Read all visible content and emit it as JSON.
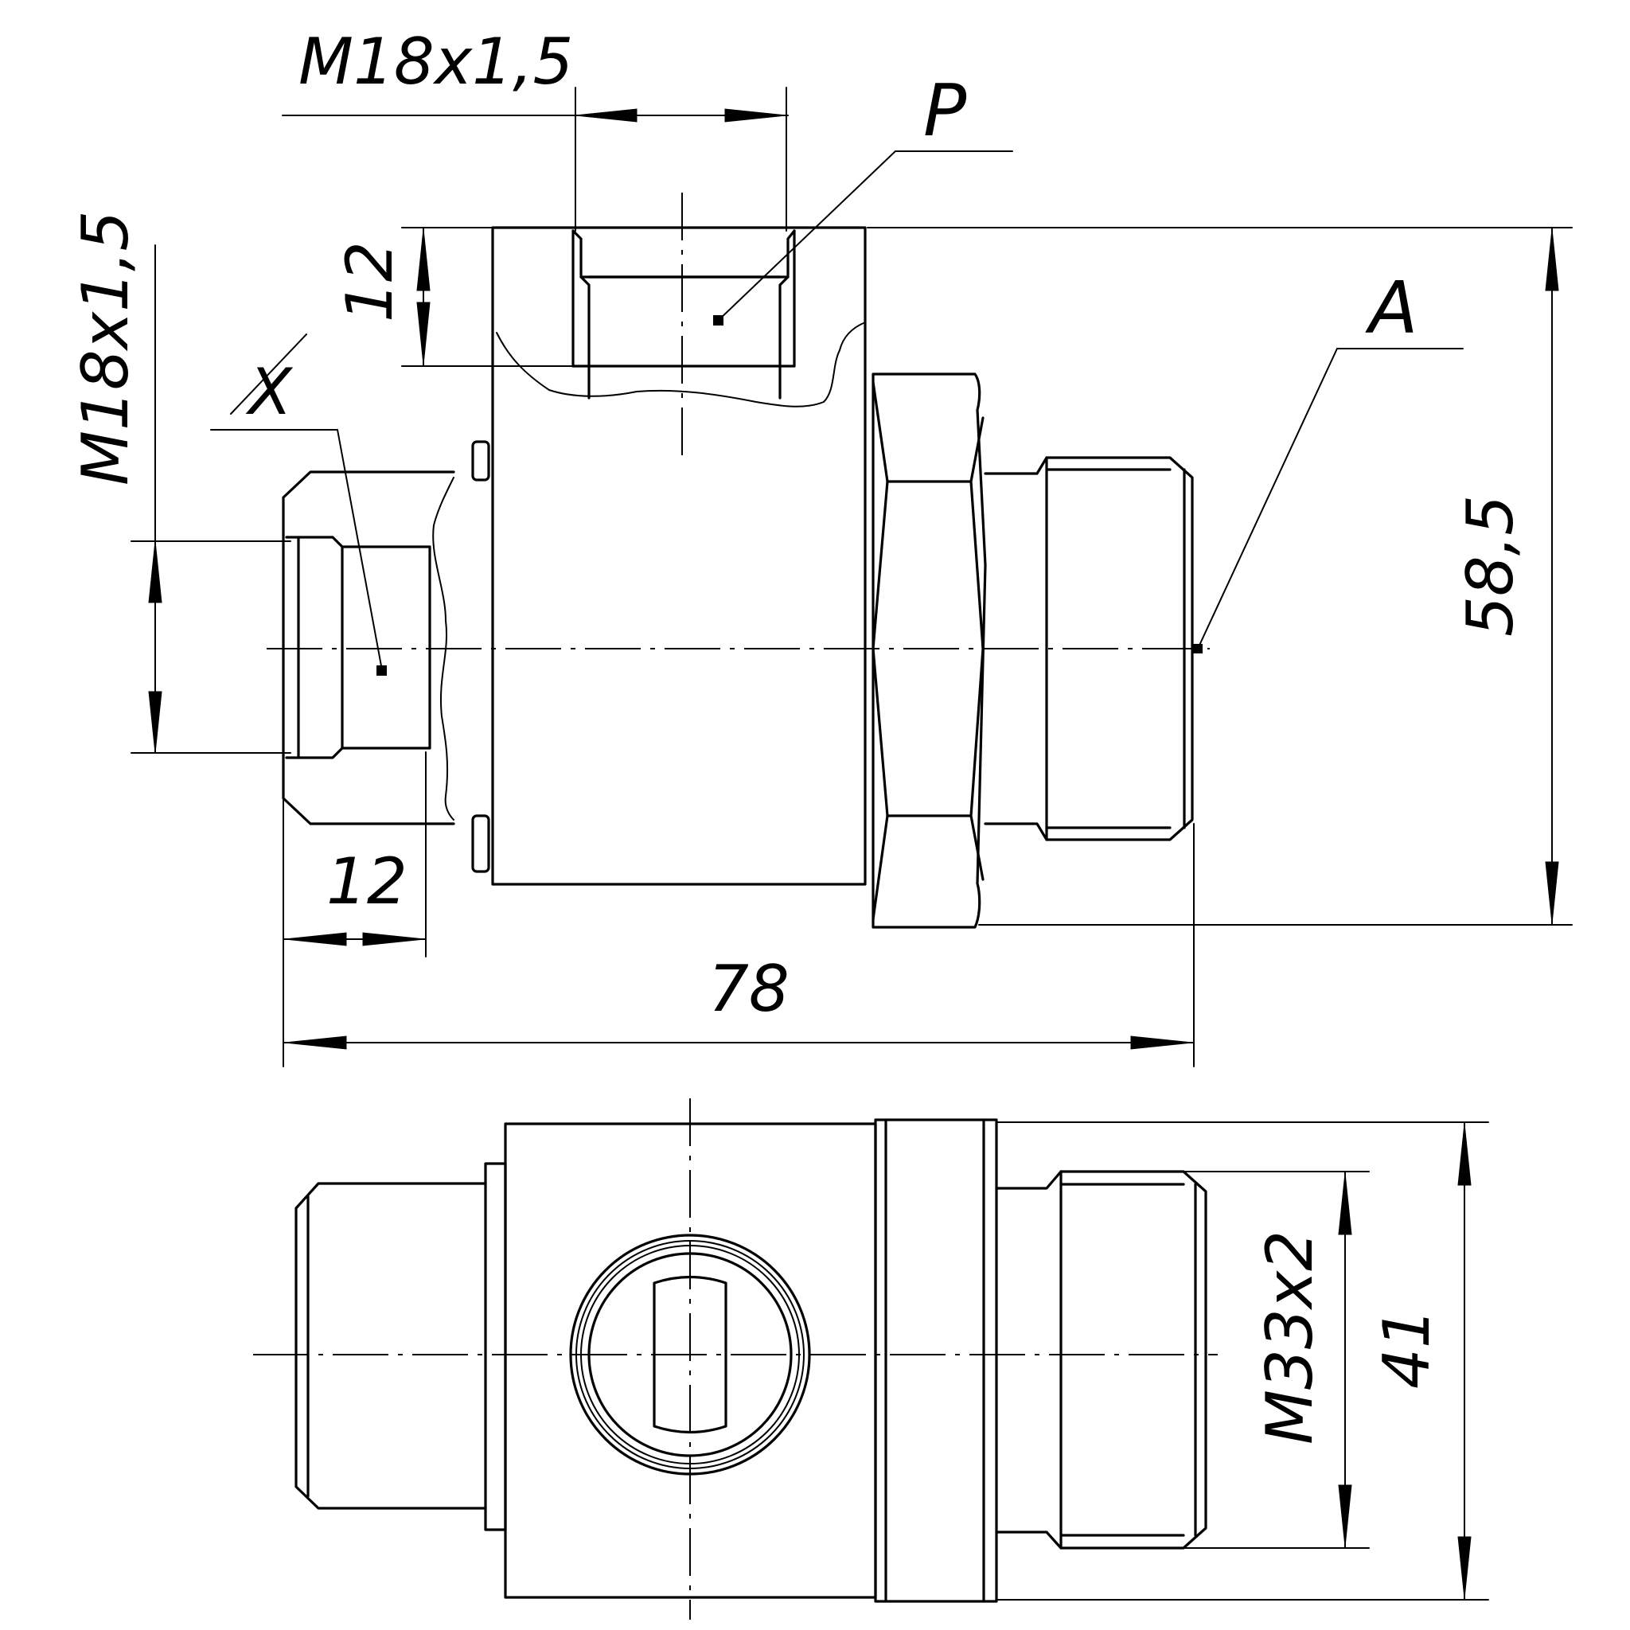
{
  "drawing": {
    "thread_top_port": "M18x1,5",
    "thread_side_port": "M18x1,5",
    "thread_outlet": "M33x2",
    "dim_top_depth": "12",
    "dim_side_depth": "12",
    "dim_overall_length": "78",
    "dim_overall_height": "58,5",
    "dim_width": "41",
    "port_p": "P",
    "port_x": "X",
    "port_a": "A"
  }
}
